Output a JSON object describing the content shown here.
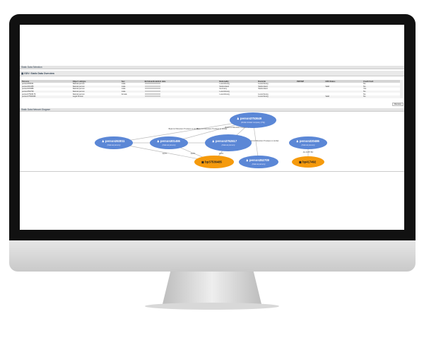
{
  "panels": {
    "selection": "Static Data Selection",
    "overview": "GDV: Static Data Overview",
    "diagram": "Static Data Network Diagram"
  },
  "table": {
    "columns": [
      "Persons",
      "Object subtype",
      "Sex",
      "Birthdate/Establish date",
      "Nationality",
      "Domicile",
      "PEP/SIP",
      "CRS Status",
      "Credit Card"
    ],
    "rows": [
      [
        "person263011",
        "Natural person",
        "male",
        "",
        "Luxembourg",
        "Luxembourg",
        "",
        "",
        "No"
      ],
      [
        "person301455",
        "Natural person",
        "male",
        "",
        "Switzerland",
        "Switzerland",
        "",
        "Valid",
        "No"
      ],
      [
        "person320486",
        "Natural person",
        "male",
        "",
        "Germany",
        "Switzerland",
        "",
        "",
        "Yes"
      ],
      [
        "person352709",
        "Natural person",
        "male",
        "",
        "Luxembourg",
        "",
        "",
        "",
        "No"
      ],
      [
        "person37526176",
        "Natural person",
        "female",
        "",
        "Luxembourg",
        "Luxembourg",
        "",
        "",
        "No"
      ],
      [
        "person37536495",
        "Legal Person",
        "",
        "",
        "",
        "Luxembourg",
        "",
        "Valid",
        "No"
      ]
    ]
  },
  "remove_label": "Remove",
  "colors": {
    "person": "#5b87d6",
    "bp": "#f59a0c"
  },
  "diagram": {
    "nodes": [
      {
        "id": "person37536495",
        "label": "person3753649\n5",
        "sub": "(Public limited company (TS))",
        "type": "person"
      },
      {
        "id": "person263011",
        "label": "person263011",
        "sub": "(Natural person)",
        "type": "person"
      },
      {
        "id": "person301455",
        "label": "person301455",
        "sub": "(Natural person)",
        "type": "person"
      },
      {
        "id": "person37526176",
        "label": "person3752617\n6",
        "sub": "(Natural person)",
        "type": "person"
      },
      {
        "id": "person320486",
        "label": "person320486",
        "sub": "(Natural person)",
        "type": "person"
      },
      {
        "id": "bp37536485",
        "label": "bp37536485",
        "sub": "",
        "type": "bp"
      },
      {
        "id": "person352709",
        "label": "person352709",
        "sub": "(Natural person)",
        "type": "person"
      },
      {
        "id": "bp417492",
        "label": "bp417492",
        "sub": "",
        "type": "bp"
      }
    ],
    "edge_label_board": "Board of Directors Trustees or similar",
    "edge_label_auth": "AUTH",
    "edge_label_ac": "AC AUTH BO"
  }
}
